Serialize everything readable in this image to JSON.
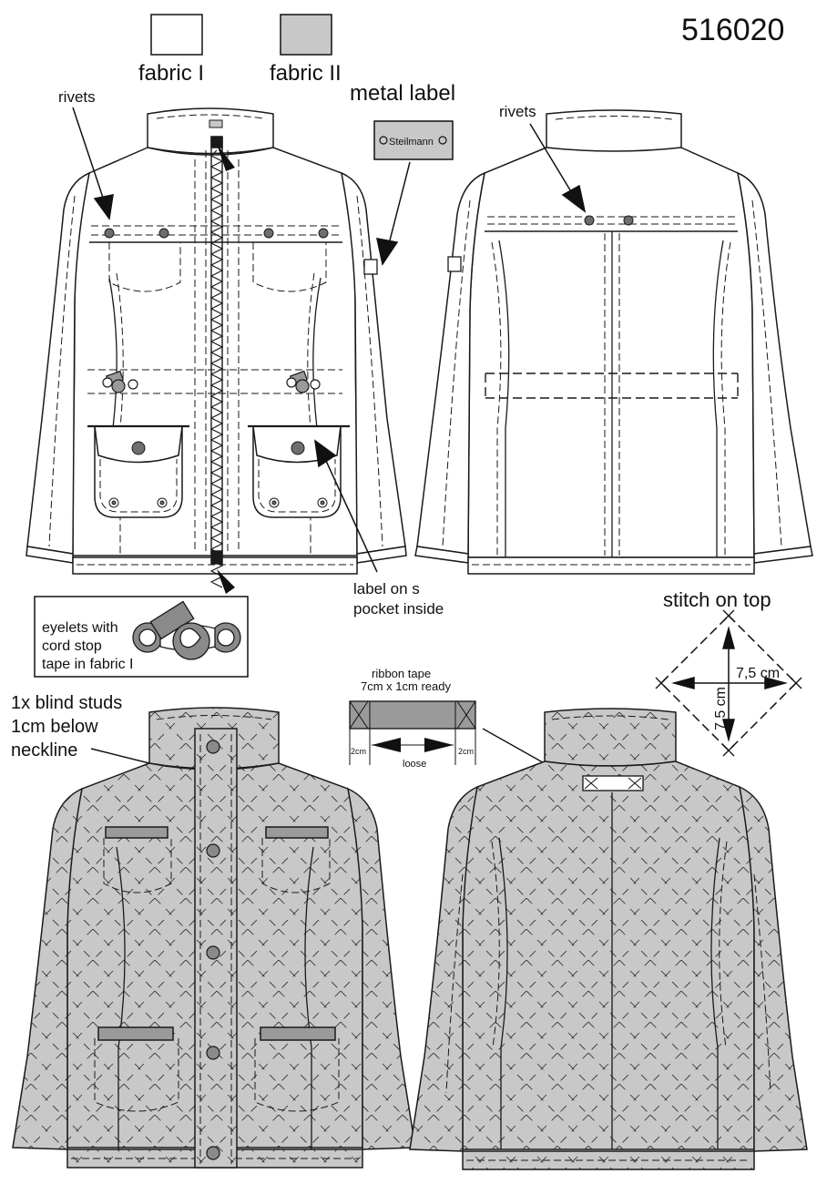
{
  "style_number": "516020",
  "legend": {
    "fabric_1": {
      "label": "fabric I",
      "color": "#ffffff"
    },
    "fabric_2": {
      "label": "fabric II",
      "color": "#c8c8c8"
    }
  },
  "annotations": {
    "rivets_front": "rivets",
    "rivets_back": "rivets",
    "metal_label": "metal label",
    "metal_label_text": "Steilmann",
    "label_pocket_line1": "label on s",
    "label_pocket_line2": "pocket inside",
    "eyelets_line1": "eyelets with",
    "eyelets_line2": "cord stop",
    "eyelets_line3": "tape in fabric I",
    "blind_studs_line1": "1x blind studs",
    "blind_studs_line2": "1cm below",
    "blind_studs_line3": "neckline",
    "ribbon_line1": "ribbon tape",
    "ribbon_line2": "7cm x 1cm ready",
    "ribbon_left": "2cm",
    "ribbon_right": "2cm",
    "ribbon_loose": "loose",
    "stitch_title": "stitch on top",
    "stitch_h": "7,5 cm",
    "stitch_v": "7,5 cm"
  },
  "colors": {
    "line": "#1a1a1a",
    "fill_gray": "#c8c8c8",
    "rivet": "#707070"
  }
}
